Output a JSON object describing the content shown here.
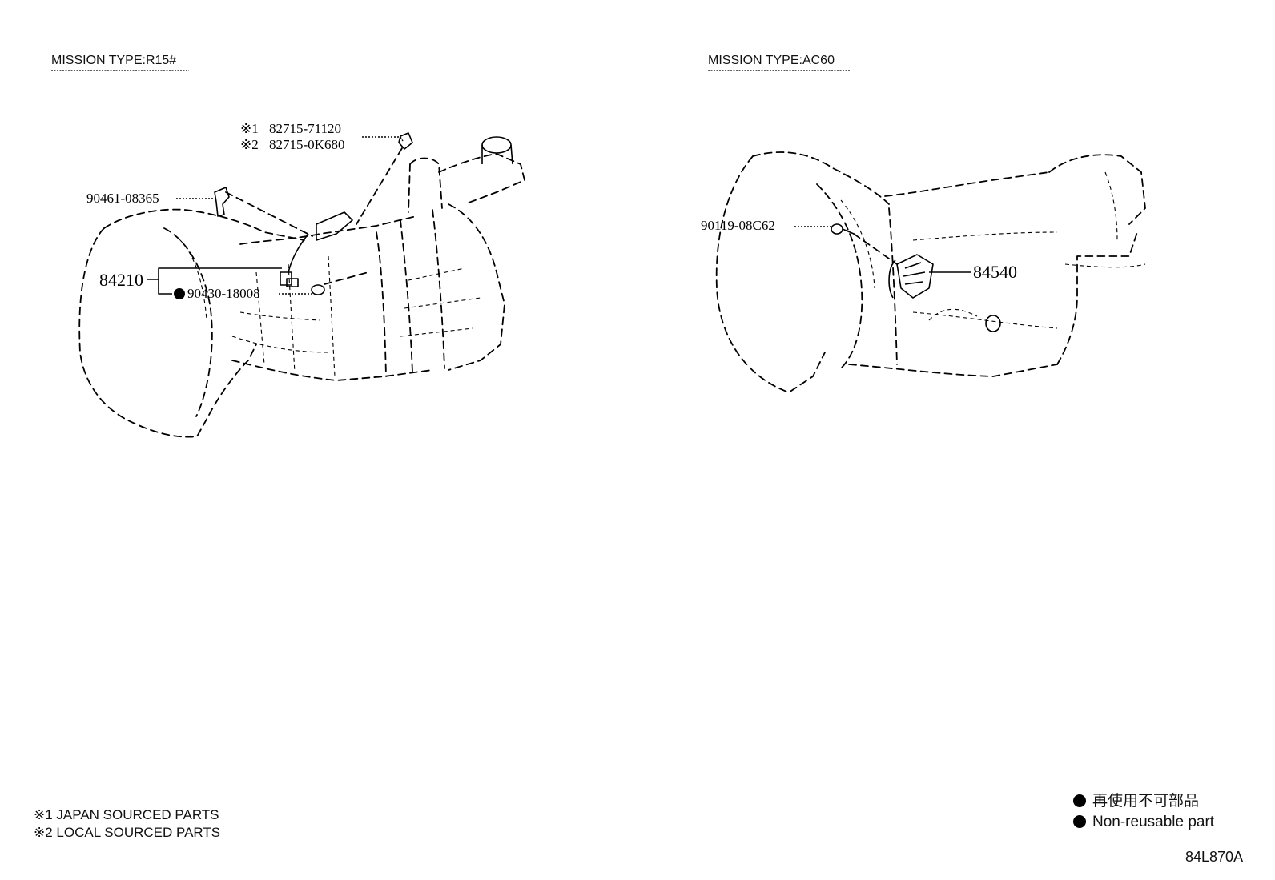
{
  "headers": {
    "left": "MISSION TYPE:R15#",
    "right": "MISSION TYPE:AC60"
  },
  "parts_left": {
    "p1_mark": "※1",
    "p1": "82715-71120",
    "p2_mark": "※2",
    "p2": "82715-0K680",
    "p3": "90461-08365",
    "p4": "84210",
    "p5": "90430-18008"
  },
  "parts_right": {
    "p1": "90119-08C62",
    "p2": "84540"
  },
  "notes": {
    "n1": "※1 JAPAN SOURCED PARTS",
    "n2": "※2 LOCAL SOURCED PARTS"
  },
  "legend": {
    "jp": "再使用不可部品",
    "en": "Non-reusable part"
  },
  "diagram_code": "84L870A"
}
